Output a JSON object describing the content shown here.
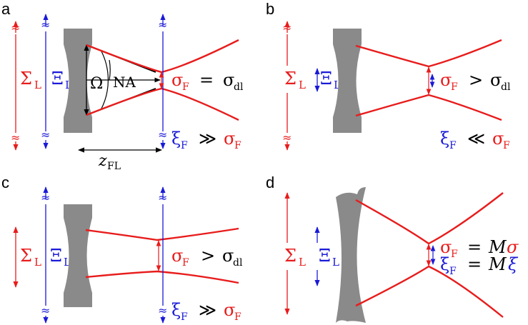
{
  "colors": {
    "red": "#e81c1c",
    "blue": "#1a1ad8",
    "gray": "#8a8a8a",
    "black": "#000000"
  },
  "panels": {
    "a": {
      "letter": "a",
      "sigma_L": "Σ",
      "sigma_L_sub": "L",
      "xi_L": "Ξ",
      "xi_L_sub": "L",
      "omega": "Ω",
      "na": "NA",
      "sigma_F": "σ",
      "sigma_F_sub": "F",
      "relation": "=",
      "sigma_dl": "σ",
      "sigma_dl_sub": "dl",
      "xi_F": "ξ",
      "xi_F_sub": "F",
      "xi_relation": "≫",
      "xi_rhs": "σ",
      "xi_rhs_sub": "F",
      "z": "z",
      "z_sub": "FL",
      "break": "≈"
    },
    "b": {
      "letter": "b",
      "sigma_L": "Σ",
      "sigma_L_sub": "L",
      "xi_L": "Ξ",
      "xi_L_sub": "L",
      "sigma_F": "σ",
      "sigma_F_sub": "F",
      "relation": ">",
      "sigma_dl": "σ",
      "sigma_dl_sub": "dl",
      "xi_F": "ξ",
      "xi_F_sub": "F",
      "xi_relation": "≪",
      "xi_rhs": "σ",
      "xi_rhs_sub": "F",
      "break": "≈"
    },
    "c": {
      "letter": "c",
      "sigma_L": "Σ",
      "sigma_L_sub": "L",
      "xi_L": "Ξ",
      "xi_L_sub": "L",
      "sigma_F": "σ",
      "sigma_F_sub": "F",
      "relation": ">",
      "sigma_dl": "σ",
      "sigma_dl_sub": "dl",
      "xi_F": "ξ",
      "xi_F_sub": "F",
      "xi_relation": "≫",
      "xi_rhs": "σ",
      "xi_rhs_sub": "F",
      "break": "≈"
    },
    "d": {
      "letter": "d",
      "sigma_L": "Σ",
      "sigma_L_sub": "L",
      "xi_L": "Ξ",
      "xi_L_sub": "L",
      "sigma_F": "σ",
      "sigma_F_sub": "F",
      "sigma_eq": "= ",
      "sigma_M": "M",
      "sigma_rhs": "σ",
      "xi_F": "ξ",
      "xi_F_sub": "F",
      "xi_eq": "= ",
      "xi_M": "M",
      "xi_rhs": "ξ"
    }
  }
}
